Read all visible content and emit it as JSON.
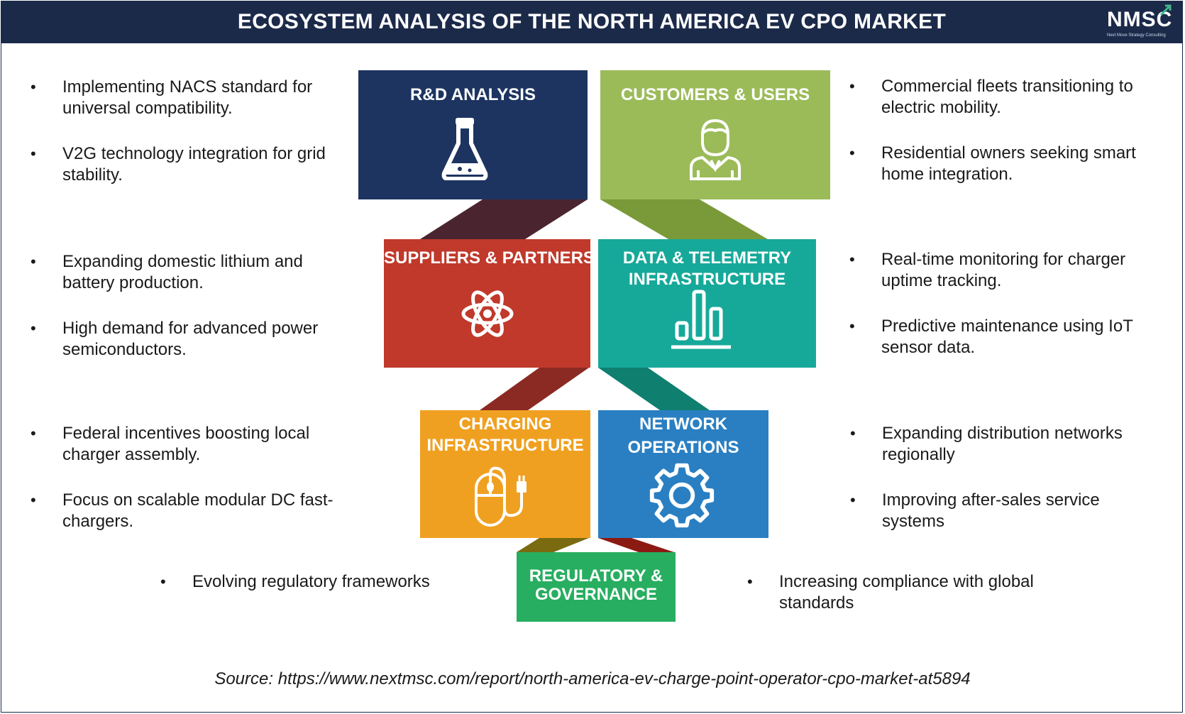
{
  "header": {
    "title": "ECOSYSTEM ANALYSIS OF THE NORTH AMERICA EV CPO MARKET",
    "logo_text": "NMSC",
    "logo_tagline": "Next Move Strategy Consulting"
  },
  "blocks": {
    "rd": {
      "title": "R&D ANALYSIS",
      "icon": "flask-icon",
      "color": "#1d3461"
    },
    "customers": {
      "title": "CUSTOMERS & USERS",
      "icon": "user-icon",
      "color": "#9bbb59"
    },
    "suppliers": {
      "title": "SUPPLIERS & PARTNERS",
      "icon": "atom-icon",
      "color": "#c0392b"
    },
    "data": {
      "title_line1": "DATA & TELEMETRY",
      "title_line2": "INFRASTRUCTURE",
      "icon": "bar-chart-icon",
      "color": "#16a99a"
    },
    "charging": {
      "title_line1": "CHARGING",
      "title_line2": "INFRASTRUCTURE",
      "icon": "mouse-icon",
      "color": "#f0a020"
    },
    "network": {
      "title_line1": "NETWORK",
      "title_line2": "OPERATIONS",
      "icon": "gear-icon",
      "color": "#2a7fc2"
    },
    "regulatory": {
      "title_line1": "REGULATORY &",
      "title_line2": "GOVERNANCE",
      "color": "#27ae60"
    }
  },
  "points": {
    "rd": [
      "Implementing NACS standard for universal compatibility.",
      "V2G technology integration for grid stability."
    ],
    "customers": [
      "Commercial fleets transitioning to electric mobility.",
      "Residential owners seeking smart home integration."
    ],
    "suppliers": [
      "Expanding domestic lithium and battery production.",
      "High demand for advanced power semiconductors."
    ],
    "data": [
      "Real-time monitoring for charger uptime tracking.",
      "Predictive maintenance using IoT sensor data."
    ],
    "charging": [
      "Federal incentives boosting local charger assembly.",
      "Focus on scalable modular DC fast-chargers."
    ],
    "network": [
      "Expanding distribution networks regionally",
      "Improving after-sales service systems"
    ],
    "regulatory_left": [
      "Evolving regulatory frameworks"
    ],
    "regulatory_right": [
      "Increasing compliance with global standards"
    ]
  },
  "source": "Source: https://www.nextmsc.com/report/north-america-ev-charge-point-operator-cpo-market-at5894"
}
